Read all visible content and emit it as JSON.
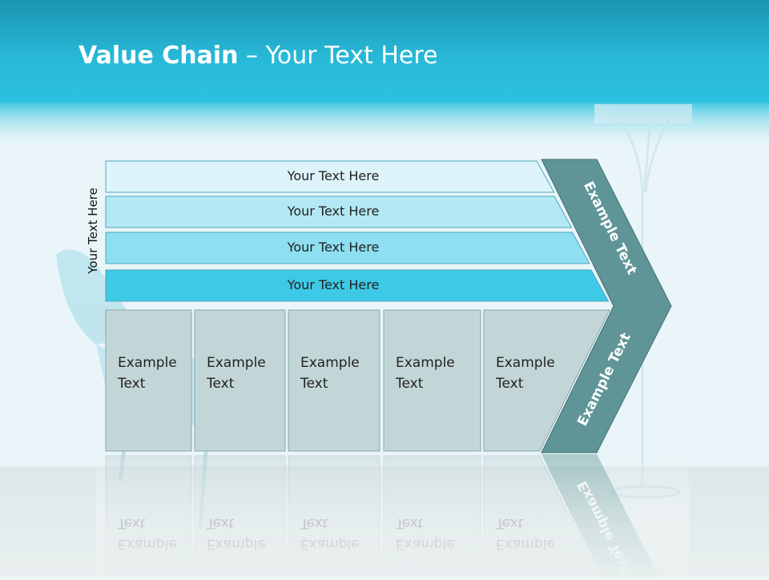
{
  "title": {
    "bold": "Value Chain",
    "rest": " – Your Text Here"
  },
  "side_label": "Your Text Here",
  "support_rows": [
    {
      "label": "Your Text Here",
      "color": "#dcf4fa"
    },
    {
      "label": "Your Text Here",
      "color": "#b2e9f4"
    },
    {
      "label": "Your Text Here",
      "color": "#8ddff1"
    },
    {
      "label": "Your Text Here",
      "color": "#3ec9e6"
    }
  ],
  "primary_columns": [
    {
      "line1": "Example",
      "line2": "Text"
    },
    {
      "line1": "Example",
      "line2": "Text"
    },
    {
      "line1": "Example",
      "line2": "Text"
    },
    {
      "line1": "Example",
      "line2": "Text"
    },
    {
      "line1": "Example",
      "line2": "Text"
    }
  ],
  "margin_upper": "Example Text",
  "margin_lower": "Example Text",
  "colors": {
    "header": "#2bbfdc",
    "column_fill": "#c3d6d7",
    "margin_fill": "#5f9597",
    "text_dark": "#222222",
    "text_white": "#ffffff"
  }
}
